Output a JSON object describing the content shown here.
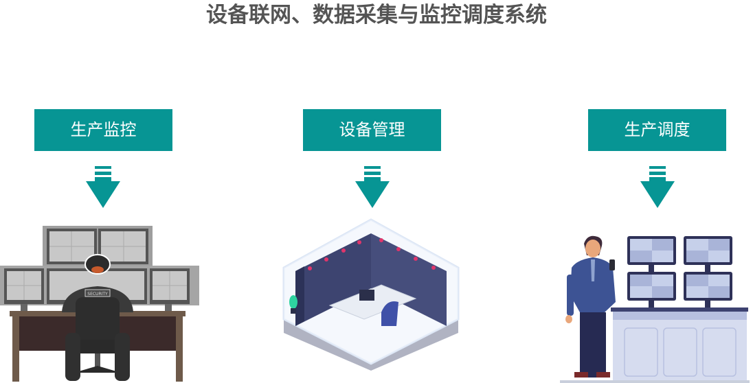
{
  "title": "设备联网、数据采集与监控调度系统",
  "colors": {
    "accent": "#079594",
    "title": "#545454"
  },
  "steps": [
    {
      "label": "生产监控",
      "icon": "arrow-down-icon",
      "illustration": "security-monitoring-illustration",
      "badge": "SECURITY"
    },
    {
      "label": "设备管理",
      "icon": "arrow-down-icon",
      "illustration": "server-room-illustration"
    },
    {
      "label": "生产调度",
      "icon": "arrow-down-icon",
      "illustration": "dispatcher-illustration"
    }
  ]
}
